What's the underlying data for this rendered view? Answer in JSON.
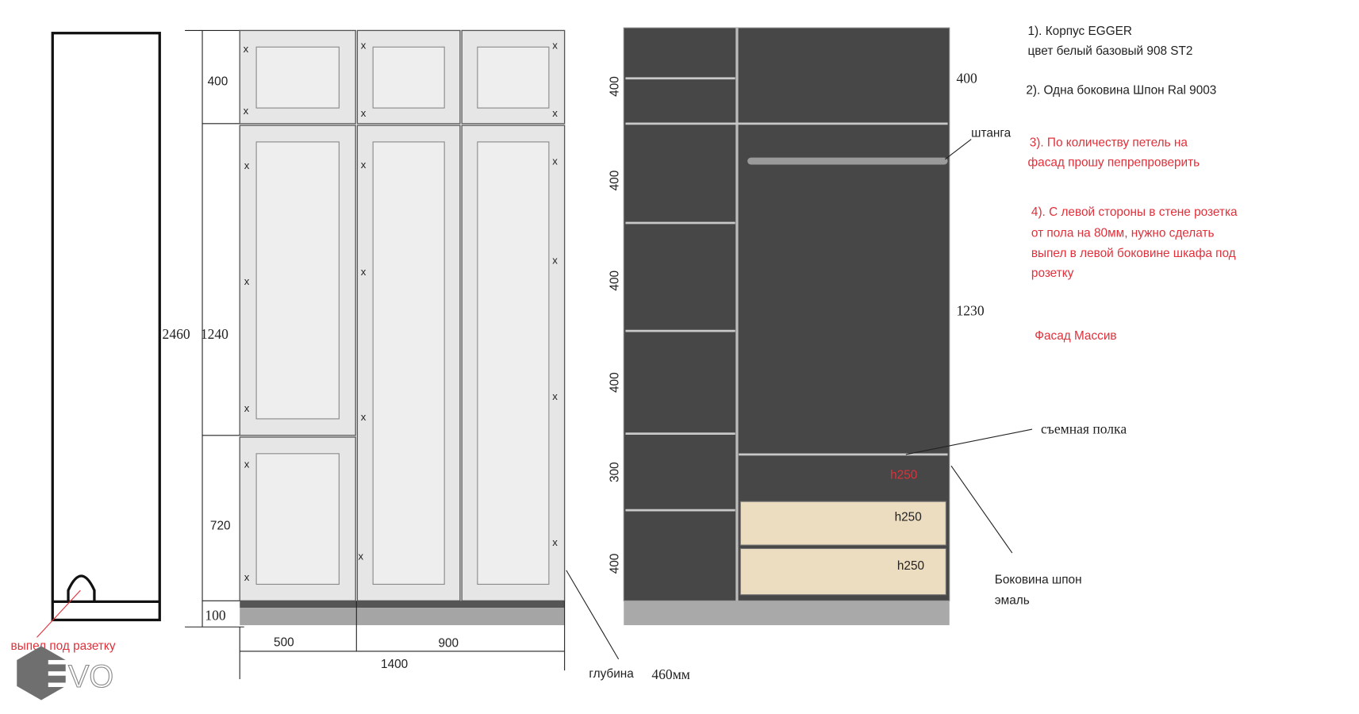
{
  "side_view": {
    "cutout_label": "выпел под разетку"
  },
  "front_view": {
    "height_total": "2460",
    "height_top": "400",
    "height_middle": "1240",
    "height_bottom": "720",
    "plinth": "100",
    "width_left": "500",
    "width_right": "900",
    "width_total": "1400",
    "depth_label": "глубина",
    "depth_value": "460мм",
    "hinge_mark": "x"
  },
  "interior_view": {
    "left_sections": [
      "400",
      "400",
      "400",
      "400",
      "300",
      "400"
    ],
    "right_top": "400",
    "right_main": "1230",
    "rod_label": "штанга",
    "shelf_label": "съемная полка",
    "shelf_height": "h250",
    "drawers": [
      "h250",
      "h250"
    ],
    "side_label_1": "Боковина шпон",
    "side_label_2": "эмаль",
    "colors": {
      "body": "#474747",
      "drawer": "#ecdcc0",
      "plinth": "#a9a9a9"
    }
  },
  "notes": {
    "n1_line1": "1). Корпус EGGER",
    "n1_line2": "цвет белый базовый 908 ST2",
    "n2": "2). Одна боковина Шпон Ral 9003",
    "n3_line1": "3). По количеству петель на",
    "n3_line2": "фасад  прошу пепрепроверить",
    "n4_line1": "4). С левой стороны в стене розетка",
    "n4_line2": "от пола на 80мм, нужно сделать",
    "n4_line3": "выпел в левой боковине шкафа  под",
    "n4_line4": "розетку",
    "n5": "Фасад Массив"
  },
  "logo": {
    "text": "EVO"
  }
}
